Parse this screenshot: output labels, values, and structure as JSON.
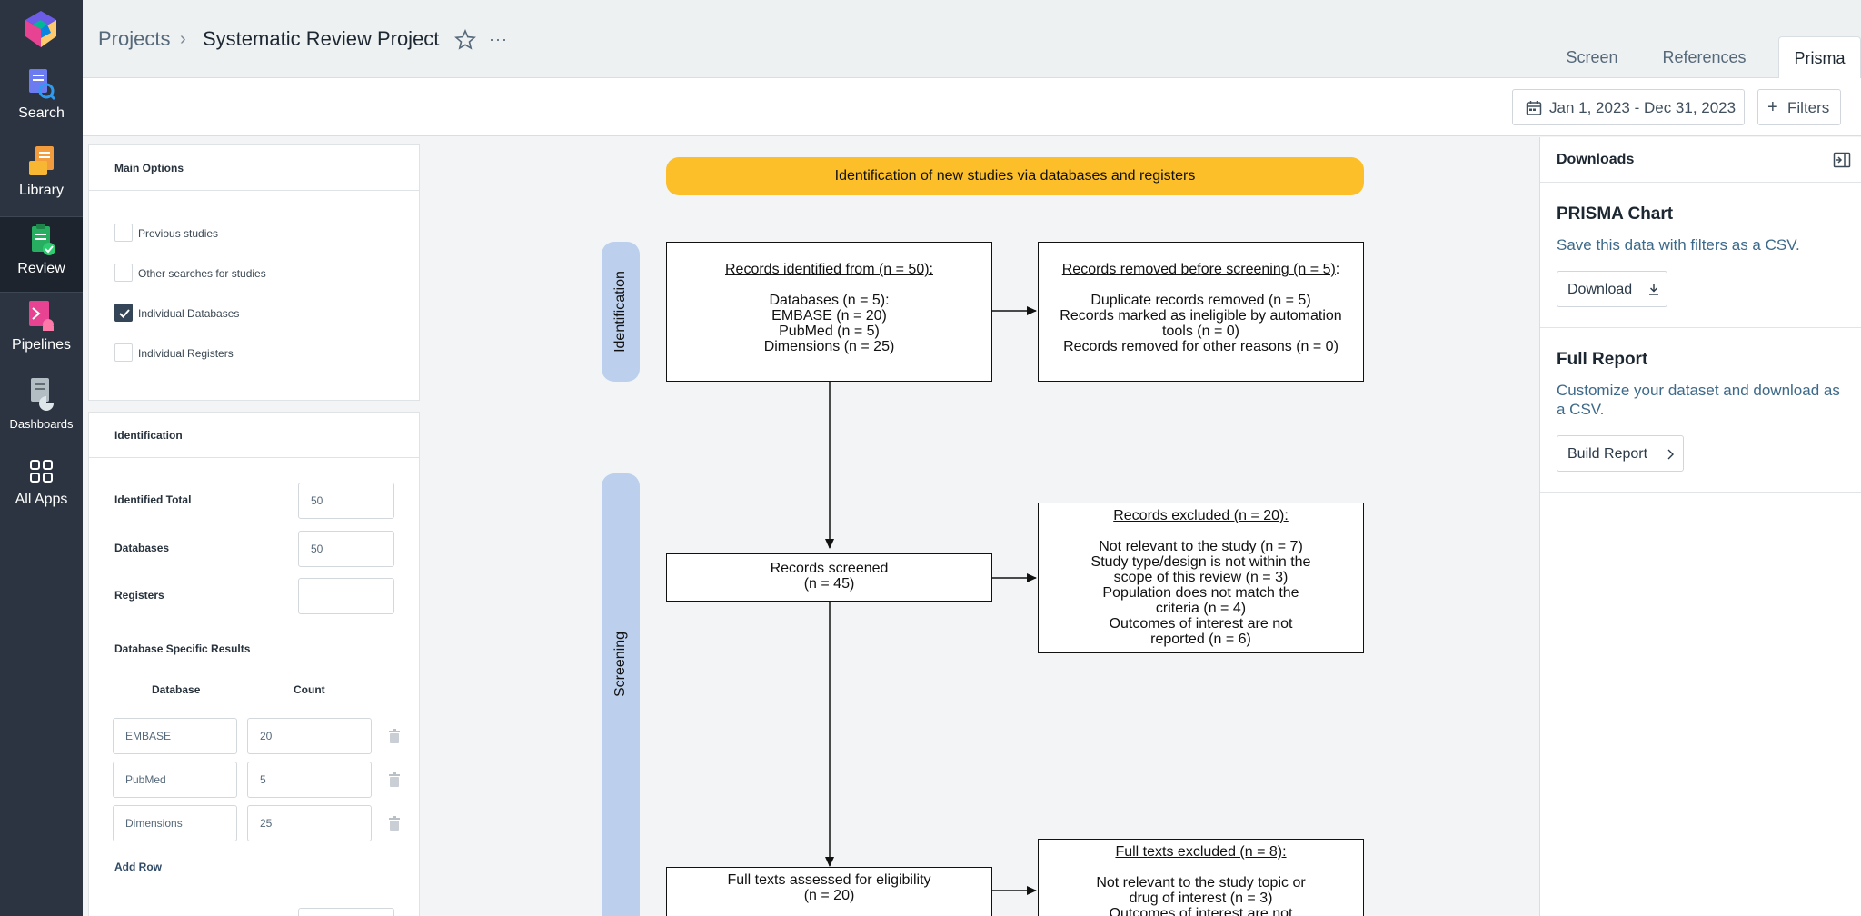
{
  "rail": {
    "items": [
      {
        "label": "Search"
      },
      {
        "label": "Library"
      },
      {
        "label": "Review"
      },
      {
        "label": "Pipelines"
      },
      {
        "label": "Dashboards"
      },
      {
        "label": "All Apps"
      }
    ]
  },
  "header": {
    "breadcrumb_root": "Projects",
    "breadcrumb_sep": "›",
    "title": "Systematic Review Project",
    "more": "···",
    "tabs": [
      {
        "label": "Screen"
      },
      {
        "label": "References"
      },
      {
        "label": "Prisma"
      }
    ]
  },
  "toolbar": {
    "date_range": "Jan 1, 2023 - Dec 31, 2023",
    "filters_label": "Filters",
    "filters_plus": "+"
  },
  "options": {
    "main_title": "Main Options",
    "checkboxes": [
      {
        "label": "Previous studies",
        "checked": false
      },
      {
        "label": "Other searches for studies",
        "checked": false
      },
      {
        "label": "Individual Databases",
        "checked": true
      },
      {
        "label": "Individual Registers",
        "checked": false
      }
    ],
    "identification_title": "Identification",
    "fields": [
      {
        "label": "Identified Total",
        "value": "50"
      },
      {
        "label": "Databases",
        "value": "50"
      },
      {
        "label": "Registers",
        "value": ""
      }
    ],
    "db_heading": "Database Specific Results",
    "db_col_database": "Database",
    "db_col_count": "Count",
    "db_rows": [
      {
        "name": "EMBASE",
        "count": "20"
      },
      {
        "name": "PubMed",
        "count": "5"
      },
      {
        "name": "Dimensions",
        "count": "25"
      }
    ],
    "add_row": "Add Row"
  },
  "prisma": {
    "banner": "Identification of new studies via databases and registers",
    "stage_identification": "Identification",
    "stage_screening": "Screening",
    "identified": {
      "heading": "Records identified from (n = 50):",
      "lines": [
        "Databases (n = 5):",
        "EMBASE (n = 20)",
        "PubMed (n = 5)",
        "Dimensions (n = 25)"
      ]
    },
    "removed": {
      "heading": "Records removed before screening (n = 5)",
      "heading_suffix": ":",
      "lines": [
        "Duplicate records removed (n = 5)",
        "Records marked as ineligible by automation",
        "tools (n = 0)",
        "Records removed for other reasons (n = 0)"
      ]
    },
    "screened": {
      "lines": [
        "Records screened",
        "(n = 45)"
      ]
    },
    "excluded": {
      "heading": "Records excluded (n = 20):",
      "lines": [
        "Not relevant to the study (n = 7)",
        "Study type/design is not within the",
        "scope of this review  (n = 3)",
        "Population does not match the",
        "criteria (n = 4)",
        "Outcomes of interest are not",
        "reported (n = 6)"
      ]
    },
    "fulltext": {
      "lines": [
        "Full texts assessed for eligibility",
        "(n = 20)"
      ]
    },
    "fulltext_excluded": {
      "heading": "Full texts excluded (n = 8):",
      "lines": [
        "Not relevant to the study topic or",
        "drug of interest (n = 3)",
        "Outcomes of interest are not"
      ]
    }
  },
  "downloads": {
    "title": "Downloads",
    "chart": {
      "title": "PRISMA Chart",
      "desc": "Save this data with filters as a CSV.",
      "button": "Download"
    },
    "report": {
      "title": "Full Report",
      "desc": "Customize your dataset and download as a CSV.",
      "button": "Build Report"
    }
  }
}
